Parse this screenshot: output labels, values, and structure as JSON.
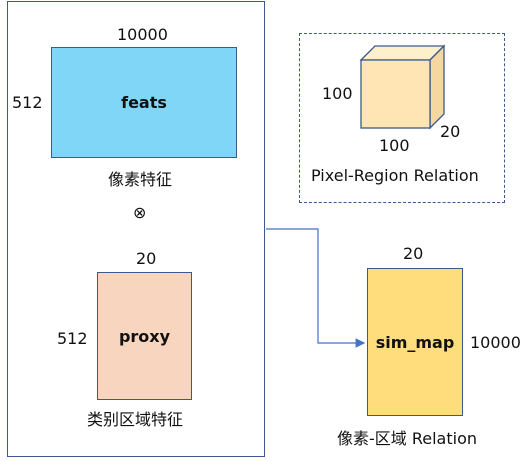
{
  "feats": {
    "label": "feats",
    "width_label": "10000",
    "height_label": "512",
    "caption": "像素特征",
    "fill": "#7fd6f7"
  },
  "operator": "⊗",
  "proxy": {
    "label": "proxy",
    "width_label": "20",
    "height_label": "512",
    "caption": "类别区域特征",
    "fill": "#f8d5be"
  },
  "relation": {
    "height_label": "100",
    "width_label": "100",
    "depth_label": "20",
    "caption": "Pixel-Region Relation",
    "fill": "#ffe5b3"
  },
  "sim_map": {
    "label": "sim_map",
    "width_label": "20",
    "height_label": "10000",
    "caption": "像素-区域 Relation",
    "fill": "#ffdd7d"
  },
  "colors": {
    "border": "#3a5a8c",
    "arrow": "#4472c4"
  }
}
